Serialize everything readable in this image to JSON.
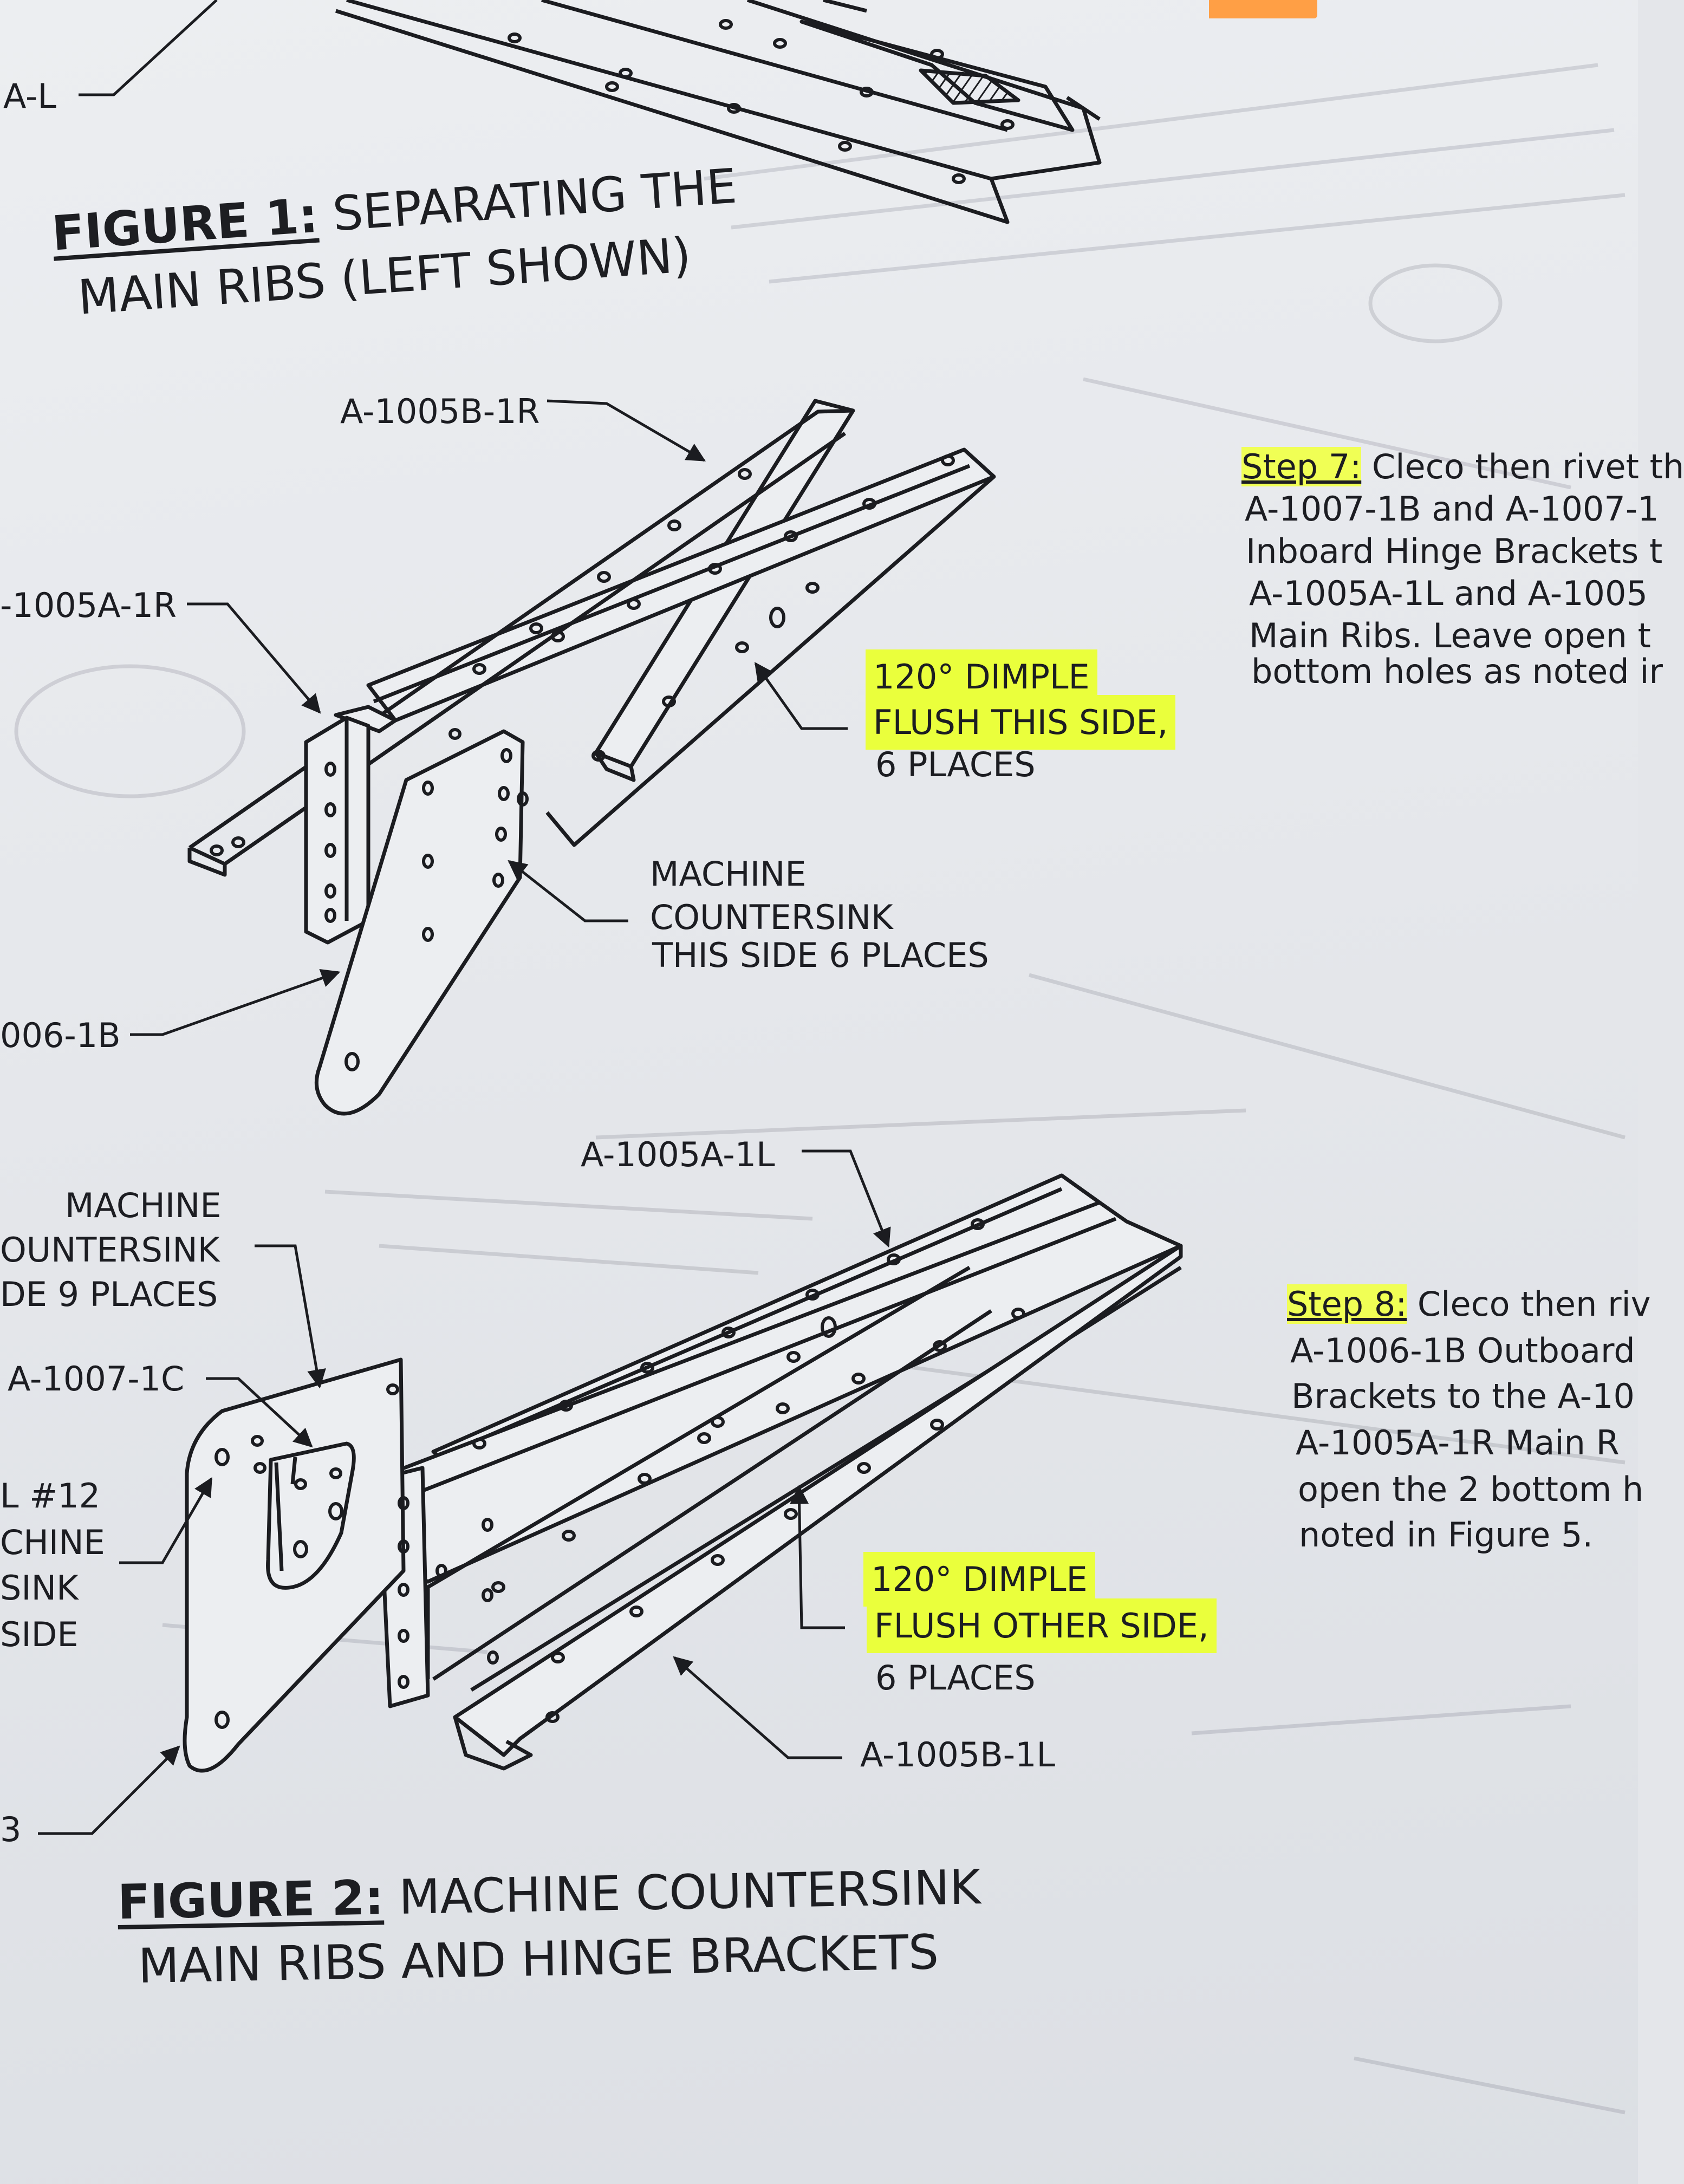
{
  "figure1": {
    "title_bold": "FIGURE 1:",
    "title_rest": " SEPARATING THE",
    "title_line2": "MAIN RIBS (LEFT SHOWN)",
    "label_top": "A-L"
  },
  "figure2": {
    "title_bold": "FIGURE 2:",
    "title_rest": " MACHINE COUNTERSINK",
    "title_line2": "MAIN RIBS AND HINGE BRACKETS"
  },
  "diagram_a": {
    "part_top": "A-1005B-1R",
    "part_left": "-1005A-1R",
    "part_bottom": "006-1B",
    "dimple_line1": "120° DIMPLE",
    "dimple_line2": "FLUSH THIS SIDE,",
    "dimple_line3": "6 PLACES",
    "csk_line1": "MACHINE",
    "csk_line2": "COUNTERSINK",
    "csk_line3": "THIS SIDE 6 PLACES"
  },
  "diagram_b": {
    "part_top": "A-1005A-1L",
    "csk_line1": "MACHINE",
    "csk_line2": "OUNTERSINK",
    "csk_line3": "DE 9 PLACES",
    "part_bracket": "A-1007-1C",
    "drill_line1": "L #12",
    "drill_line2": "CHINE",
    "drill_line3": "SINK",
    "drill_line4": "SIDE",
    "part_bottom_left": "3",
    "dimple_line1": "120° DIMPLE",
    "dimple_line2": "FLUSH OTHER SIDE,",
    "dimple_line3": "6 PLACES",
    "part_bottom": "A-1005B-1L"
  },
  "step7": {
    "label": "Step 7:",
    "line1": " Cleco then rivet th",
    "line2": "A-1007-1B and A-1007-1",
    "line3": "Inboard Hinge Brackets t",
    "line4": "A-1005A-1L and A-1005",
    "line5": "Main Ribs. Leave open t",
    "line6": "bottom holes as noted ir"
  },
  "step8": {
    "label": "Step 8:",
    "line1": " Cleco then riv",
    "line2": "A-1006-1B Outboard",
    "line3": "Brackets to the A-10",
    "line4": "A-1005A-1R Main R",
    "line5": "open the 2 bottom h",
    "line6": "noted in Figure 5."
  },
  "colors": {
    "paper": "#e4e6ea",
    "ink": "#1b1c20",
    "highlight": "#eaff3c",
    "tab": "#ff9f45"
  }
}
